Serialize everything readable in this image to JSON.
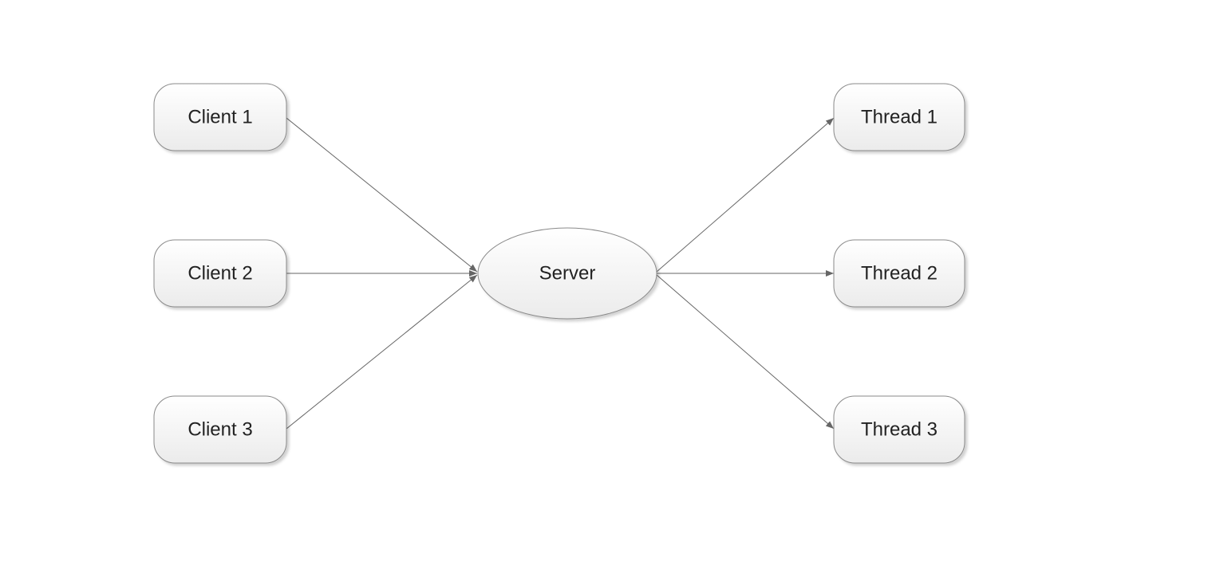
{
  "diagram": {
    "nodes": {
      "client1": {
        "label": "Client 1"
      },
      "client2": {
        "label": "Client 2"
      },
      "client3": {
        "label": "Client 3"
      },
      "server": {
        "label": "Server"
      },
      "thread1": {
        "label": "Thread 1"
      },
      "thread2": {
        "label": "Thread 2"
      },
      "thread3": {
        "label": "Thread 3"
      }
    },
    "edges": [
      {
        "from": "client1",
        "to": "server"
      },
      {
        "from": "client2",
        "to": "server"
      },
      {
        "from": "client3",
        "to": "server"
      },
      {
        "from": "server",
        "to": "thread1"
      },
      {
        "from": "server",
        "to": "thread2"
      },
      {
        "from": "server",
        "to": "thread3"
      }
    ]
  }
}
